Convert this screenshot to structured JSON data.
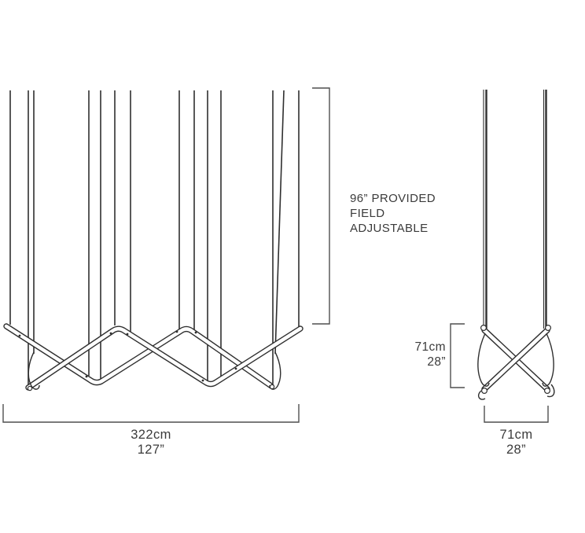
{
  "annotations": {
    "suspension": {
      "lines": [
        "96” PROVIDED",
        "FIELD",
        "ADJUSTABLE"
      ]
    },
    "front_width": {
      "cm": "322cm",
      "inches": "127”"
    },
    "side_height": {
      "cm": "71cm",
      "inches": "28”"
    },
    "side_width": {
      "cm": "71cm",
      "inches": "28”"
    }
  },
  "colors": {
    "line": "#2f2f2f",
    "dimension": "#4f4f4f",
    "text": "#3b3b3b",
    "background": "#ffffff"
  }
}
